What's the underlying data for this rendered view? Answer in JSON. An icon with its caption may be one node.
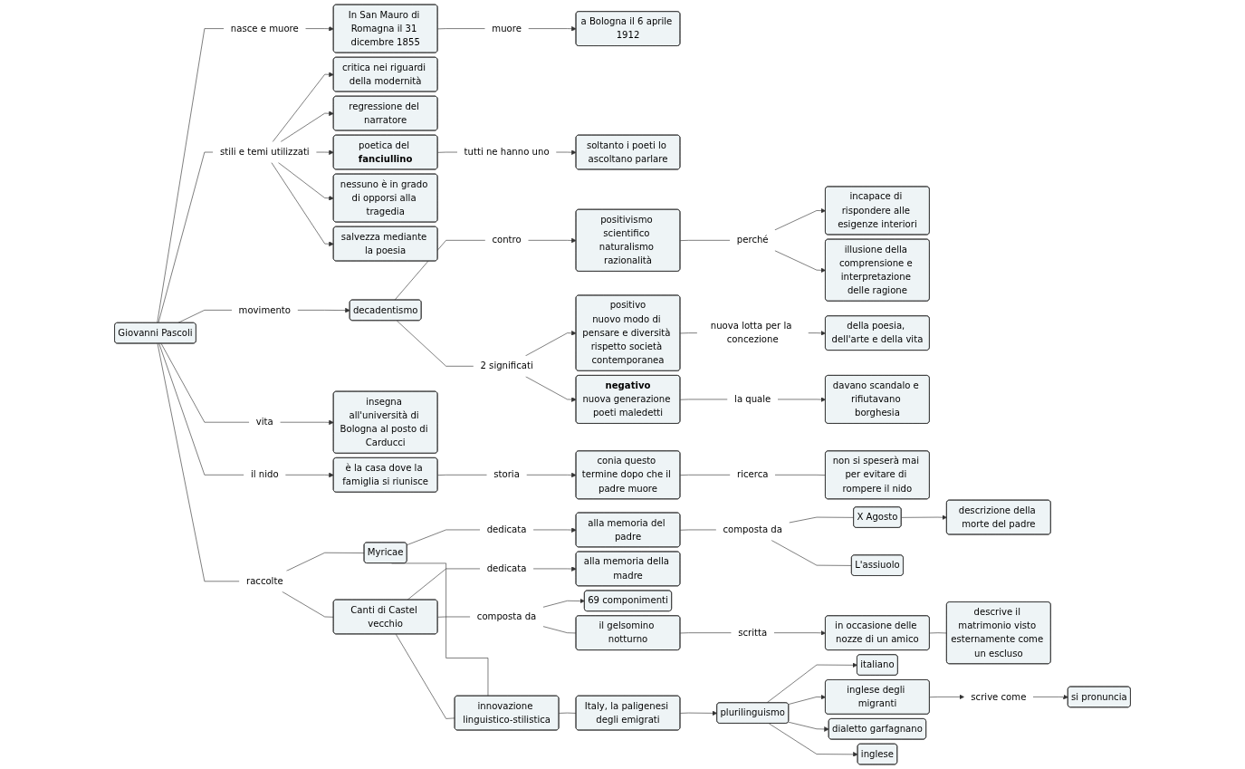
{
  "diagram": {
    "nodes": [
      {
        "text": [
          "a Bologna il 6 aprile 1912"
        ]
      },
      {
        "text": [
          "incapace di rispondere alle esigenze interiori"
        ]
      },
      {
        "text": [
          "illusione della comprensione e interpretazione delle ragione"
        ]
      },
      {
        "text": [
          "della poesia, dell'arte e della vita"
        ]
      },
      {
        "text": [
          "muore"
        ]
      },
      {
        "text": [
          "perché"
        ]
      },
      {
        "text": [
          "soltanto i poeti lo ascoltano parlare"
        ]
      },
      {
        "text": [
          "In San Mauro di Romagna il 31 dicembre 1855"
        ]
      },
      {
        "text": [
          "davano scandalo e rifiutavano borghesia"
        ]
      },
      {
        "text": [
          "nuova lotta per la concezione"
        ]
      },
      {
        "text": [
          "tutti ne hanno uno"
        ]
      },
      {
        "text": [
          "positivismo scientifico naturalismo razionalità"
        ]
      },
      {
        "text": [
          "critica nei riguardi della modernità"
        ]
      },
      {
        "text": [
          "regressione del narratore"
        ]
      },
      {
        "text": [
          "la quale"
        ]
      },
      {
        "text": [
          "poetica del **fanciullino**"
        ]
      },
      {
        "text": [
          "positivo",
          "nuovo modo di pensare e diversità rispetto società contemporanea"
        ]
      },
      {
        "text": [
          "negativo",
          "nuova generazione poeti maledetti"
        ]
      },
      {
        "text": [
          "contro"
        ]
      },
      {
        "text": [
          "nessuno è in grado di opporsi alla tragedia"
        ]
      },
      {
        "text": [
          "nasce e muore"
        ]
      },
      {
        "text": [
          "stili e temi utilizzati"
        ]
      },
      {
        "text": [
          "salvezza mediante la poesia"
        ]
      },
      {
        "text": [
          "2 significati"
        ]
      },
      {
        "text": [
          "decadentismo"
        ]
      },
      {
        "text": [
          "movimento"
        ]
      },
      {
        "text": [
          "insegna all'università di Bologna al posto di Carducci"
        ]
      },
      {
        "text": [
          "vita"
        ]
      },
      {
        "text": [
          "Giovanni Pascoli"
        ]
      },
      {
        "text": [
          "il nido"
        ]
      },
      {
        "text": [
          "è la casa dove la famiglia si riunisce"
        ]
      },
      {
        "text": [
          "storia"
        ]
      },
      {
        "text": [
          "conia questo termine dopo che il padre muore"
        ]
      },
      {
        "text": [
          "ricerca"
        ]
      },
      {
        "text": [
          "non si speserà mai per evitare di rompere il nido"
        ]
      },
      {
        "text": [
          "raccolte"
        ]
      },
      {
        "text": [
          "alla memoria del padre"
        ]
      },
      {
        "text": [
          "dedicata"
        ]
      },
      {
        "text": [
          "Myricae"
        ]
      },
      {
        "text": [
          "Canti di Castel vecchio"
        ]
      },
      {
        "text": [
          "dedicata"
        ]
      },
      {
        "text": [
          "alla memoria della madre"
        ]
      },
      {
        "text": [
          "composta da"
        ]
      },
      {
        "text": [
          "composta da"
        ]
      },
      {
        "text": [
          "69 componimenti"
        ]
      },
      {
        "text": [
          "innovazione linguistico-stilistica"
        ]
      },
      {
        "text": [
          "descrizione della morte del padre"
        ]
      },
      {
        "text": [
          "X Agosto"
        ]
      },
      {
        "text": [
          "L'assiuolo"
        ]
      },
      {
        "text": [
          "il gelsomino notturno"
        ]
      },
      {
        "text": [
          "scritta"
        ]
      },
      {
        "text": [
          "in occasione delle nozze di un amico"
        ]
      },
      {
        "text": [
          "Italy, la paligenesi degli emigrati"
        ]
      },
      {
        "text": [
          "descrive il matrimonio visto esternamente come un escluso"
        ]
      },
      {
        "text": [
          "si pronuncia"
        ]
      },
      {
        "text": [
          "plurilinguismo"
        ]
      },
      {
        "text": [
          "italiano"
        ]
      },
      {
        "text": [
          "scrive come"
        ]
      },
      {
        "text": [
          "inglese degli migranti"
        ]
      },
      {
        "text": [
          "dialetto garfagnano"
        ]
      },
      {
        "text": [
          "inglese"
        ]
      }
    ],
    "edges": [
      {
        "from": 28,
        "to": 20,
        "arrow": "none"
      },
      {
        "from": 20,
        "to": 7,
        "arrow": "to"
      },
      {
        "from": 7,
        "to": 4,
        "arrow": "none"
      },
      {
        "from": 4,
        "to": 0,
        "arrow": "to"
      },
      {
        "from": 28,
        "to": 25,
        "arrow": "none"
      },
      {
        "from": 25,
        "to": 24,
        "arrow": "to"
      },
      {
        "from": 24,
        "to": 23,
        "arrow": "none"
      },
      {
        "from": 23,
        "to": 16,
        "arrow": "to"
      },
      {
        "from": 23,
        "to": 17,
        "arrow": "to"
      },
      {
        "from": 16,
        "to": 9,
        "arrow": "none"
      },
      {
        "from": 9,
        "to": 3,
        "arrow": "to"
      },
      {
        "from": 17,
        "to": 14,
        "arrow": "none"
      },
      {
        "from": 14,
        "to": 8,
        "arrow": "to"
      },
      {
        "from": 24,
        "to": 18,
        "arrow": "none"
      },
      {
        "from": 18,
        "to": 11,
        "arrow": "to"
      },
      {
        "from": 11,
        "to": 5,
        "arrow": "none"
      },
      {
        "from": 5,
        "to": 1,
        "arrow": "to"
      },
      {
        "from": 5,
        "to": 2,
        "arrow": "to"
      },
      {
        "from": 28,
        "to": 21,
        "arrow": "none"
      },
      {
        "from": 21,
        "to": 12,
        "arrow": "to"
      },
      {
        "from": 21,
        "to": 13,
        "arrow": "to"
      },
      {
        "from": 21,
        "to": 15,
        "arrow": "to"
      },
      {
        "from": 21,
        "to": 19,
        "arrow": "to"
      },
      {
        "from": 21,
        "to": 22,
        "arrow": "to"
      },
      {
        "from": 15,
        "to": 10,
        "arrow": "none"
      },
      {
        "from": 10,
        "to": 6,
        "arrow": "to"
      },
      {
        "from": 28,
        "to": 27,
        "arrow": "none"
      },
      {
        "from": 27,
        "to": 26,
        "arrow": "to"
      },
      {
        "from": 28,
        "to": 29,
        "arrow": "none"
      },
      {
        "from": 29,
        "to": 30,
        "arrow": "to"
      },
      {
        "from": 30,
        "to": 31,
        "arrow": "none"
      },
      {
        "from": 31,
        "to": 32,
        "arrow": "to"
      },
      {
        "from": 32,
        "to": 33,
        "arrow": "none"
      },
      {
        "from": 33,
        "to": 34,
        "arrow": "none"
      },
      {
        "from": 28,
        "to": 35,
        "arrow": "none"
      },
      {
        "from": 35,
        "to": 38,
        "arrow": "none"
      },
      {
        "from": 35,
        "to": 39,
        "arrow": "none"
      },
      {
        "from": 38,
        "to": 37,
        "arrow": "none"
      },
      {
        "from": 37,
        "to": 36,
        "arrow": "to"
      },
      {
        "from": 36,
        "to": 42,
        "arrow": "none"
      },
      {
        "from": 42,
        "to": 47,
        "arrow": "none"
      },
      {
        "from": 42,
        "to": 48,
        "arrow": "none"
      },
      {
        "from": 47,
        "to": 46,
        "arrow": "to"
      },
      {
        "from": 39,
        "to": 40,
        "arrow": "none"
      },
      {
        "from": 40,
        "to": 41,
        "arrow": "to"
      },
      {
        "from": 39,
        "to": 43,
        "arrow": "none"
      },
      {
        "from": 43,
        "to": 44,
        "arrow": "to"
      },
      {
        "from": 43,
        "to": 49,
        "arrow": "none"
      },
      {
        "from": 38,
        "to": 45,
        "arrow": "none"
      },
      {
        "from": 39,
        "to": 45,
        "arrow": "none"
      },
      {
        "from": 45,
        "to": 52,
        "arrow": "none"
      },
      {
        "from": 52,
        "to": 55,
        "arrow": "to"
      },
      {
        "from": 49,
        "to": 50,
        "arrow": "none"
      },
      {
        "from": 50,
        "to": 51,
        "arrow": "to"
      },
      {
        "from": 51,
        "to": 53,
        "arrow": "none"
      },
      {
        "from": 55,
        "to": 56,
        "arrow": "to"
      },
      {
        "from": 55,
        "to": 58,
        "arrow": "to"
      },
      {
        "from": 55,
        "to": 59,
        "arrow": "to"
      },
      {
        "from": 55,
        "to": 60,
        "arrow": "to"
      },
      {
        "from": 58,
        "to": 57,
        "arrow": "to"
      },
      {
        "from": 57,
        "to": 54,
        "arrow": "to"
      }
    ]
  }
}
